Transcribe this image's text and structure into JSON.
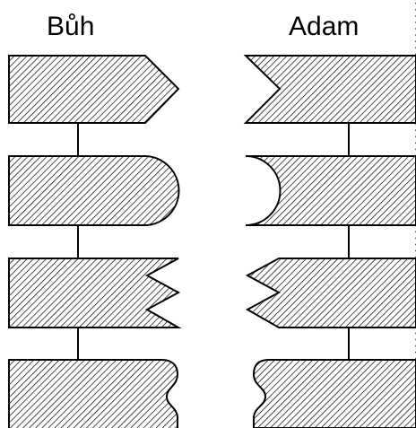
{
  "columns": [
    {
      "title": "Bůh",
      "shapes": [
        {
          "kind": "arrow-point"
        },
        {
          "kind": "round-knob"
        },
        {
          "kind": "zigzag-notch"
        },
        {
          "kind": "wave-tab"
        }
      ]
    },
    {
      "title": "Adam",
      "shapes": [
        {
          "kind": "arrow-notch"
        },
        {
          "kind": "round-socket"
        },
        {
          "kind": "zigzag-point"
        },
        {
          "kind": "wave-slot"
        }
      ]
    }
  ],
  "colors": {
    "stroke": "#000000",
    "hatch": "#000000",
    "background": "#ffffff"
  }
}
